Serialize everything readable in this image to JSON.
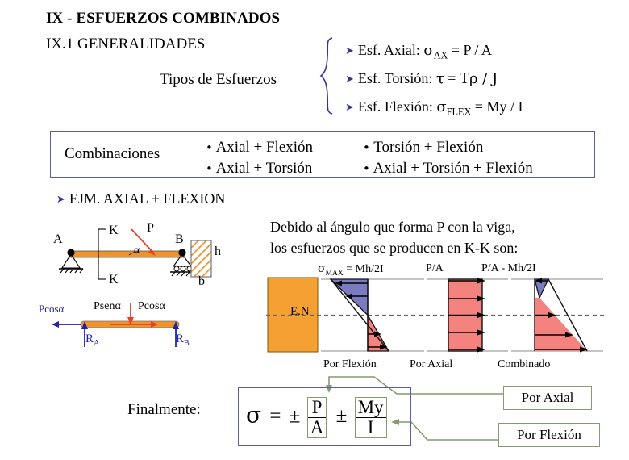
{
  "header": {
    "title": "IX - ESFUERZOS COMBINADOS",
    "subtitle": "IX.1 GENERALIDADES",
    "tipos_label": "Tipos de Esfuerzos"
  },
  "stress_types": [
    {
      "bullet": "arrow-bullet",
      "label": "Esf. Axial:",
      "symbol": "σ",
      "subscript": "AX",
      "equals": "=",
      "expression": "P / A"
    },
    {
      "bullet": "arrow-bullet",
      "label": "Esf. Torsión:",
      "symbol": "τ",
      "subscript": "",
      "equals": "=",
      "expression": "Tρ / J"
    },
    {
      "bullet": "arrow-bullet",
      "label": "Esf. Flexión:",
      "symbol": "σ",
      "subscript": "FLEX",
      "equals": "=",
      "expression": "My / I"
    }
  ],
  "combinations": {
    "label": "Combinaciones",
    "column_1": [
      "Axial + Flexión",
      "Axial + Torsión"
    ],
    "column_2": [
      "Torsión + Flexión",
      "Axial + Torsión + Flexión"
    ]
  },
  "example": {
    "bullet": "arrow-bullet",
    "text": "EJM.   AXIAL + FLEXION"
  },
  "beam_diagram": {
    "support_a": "A",
    "support_b": "B",
    "section_top": "K",
    "section_bottom": "K",
    "load": "P",
    "angle": "α",
    "section_height": "h",
    "section_base": "b"
  },
  "free_body_diagram": {
    "horizontal_component": "Pcosα",
    "vertical_component_left": "Psenα",
    "vertical_component_right": "Pcosα",
    "reaction_a": "R",
    "reaction_a_sub": "A",
    "reaction_b": "R",
    "reaction_b_sub": "B"
  },
  "explanation": {
    "line_1": "Debido al ángulo que forma P con la viga,",
    "line_2": "los esfuerzos que se producen en K-K son:"
  },
  "stress_diagrams": {
    "neutral_axis_label": "E.N",
    "flexion": {
      "top_label_symbol": "σ",
      "top_label_sub": "MAX",
      "top_label_rest": " = Mh/2I",
      "caption": "Por Flexión",
      "compression_color": "#7b7bbf",
      "tension_color": "#f4827f"
    },
    "axial": {
      "top_label": "P/A",
      "caption": "Por Axial",
      "color": "#f4827f"
    },
    "combined": {
      "top_label": "P/A - Mh/2I",
      "caption": "Combinado",
      "compression_color": "#7b7bbf",
      "tension_color": "#f4827f"
    }
  },
  "final": {
    "label": "Finalmente:",
    "sigma": "σ",
    "equals": "=",
    "pm_1": "±",
    "term_1_num": "P",
    "term_1_den": "A",
    "pm_2": "±",
    "term_2_num": "My",
    "term_2_den": "I"
  },
  "callouts": {
    "axial": "Por Axial",
    "flexion": "Por Flexión"
  },
  "colors": {
    "box_border": "#5b5bb0",
    "callout_border": "#849b6a",
    "connector": "#849b6a",
    "beam": "#f0932b",
    "neutral_axis_block": "#f5a033",
    "bullet_blue": "#333399",
    "label_blue": "#2222aa",
    "load_arrow": "#e8412a"
  }
}
